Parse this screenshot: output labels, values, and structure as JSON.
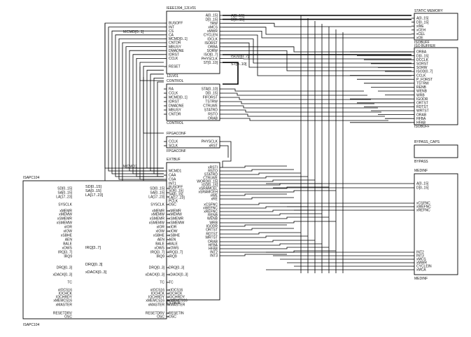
{
  "blocks": [
    {
      "id": "ieee1394",
      "top_label": "IEEE1394_12LV01",
      "bottom_label": "12LV01",
      "left_pins": [
        "BUSOFF",
        "INT",
        "CS",
        "CA",
        "MCMD[0..1]",
        "CNTDR",
        "MBUSY",
        "DMADNE",
        "IDRST",
        "CCLK"
      ],
      "left_pins2": [
        "RESET"
      ],
      "right_pins": [
        "A[0..15]",
        "D[0..15]",
        "TRW",
        "xMCS",
        "xMWR",
        "CYCLEN",
        "IDCLK",
        "ISORST",
        "ORBA",
        "SORW",
        "ISO[0..7]",
        "PHYSCLK",
        "ST[0..10]"
      ]
    },
    {
      "id": "control",
      "top_label": "CONTROL",
      "bottom_label": "CONTROL",
      "left_pins": [
        "RA",
        "CCLK",
        "MCMD[0..1]",
        "IDRST",
        "DMADNE",
        "MBUSY",
        "CNTDR"
      ],
      "right_pins": [
        "STA[0..10]",
        "D[0..15]",
        "FIFORST",
        "TSTRW",
        "CTRLWE",
        "STATRD",
        "RSTO",
        "ORAB"
      ]
    },
    {
      "id": "fpgaconf",
      "top_label": "FPGACONF",
      "bottom_label": "FPGACONF",
      "left_pins": [
        "CCLK",
        "SCLK"
      ],
      "right_pins": [
        "PHYSCLK",
        "xRST"
      ]
    },
    {
      "id": "extbuf",
      "top_label": "EXTBUF",
      "bottom_label": "EXTBUF",
      "left_pins": [
        "MCMD1",
        "CAA",
        "CSA",
        "INT1",
        "BUSOFF",
        "SD[0..15]",
        "SA[0..15]",
        "LA[17..23]",
        "PCLK",
        "OSC",
        "xMEMR",
        "xMEMW",
        "xSMEMR",
        "xSMEMW",
        "xIOR",
        "xIOW",
        "xSBHE",
        "AEN",
        "BALE",
        "xOWS",
        "IRQ[3..7]",
        "IRQ9",
        "DRQ[0..3]",
        "xDACK[0..3]",
        "TC",
        "xIOCS16",
        "IOCHCK",
        "IOCHRDY",
        "xMEMCS16",
        "xMASTER",
        "RESETIN",
        "OSC"
      ],
      "right_pins": [
        "xRSTI",
        "RSTO",
        "STATRD",
        "CTRLWE",
        "WORD[0..15]",
        "IOD[0..15]",
        "xSRAMCEL",
        "xSRAMCEH",
        "xWE",
        "xRE",
        "xCSFNC",
        "xWEFNC",
        "xREFNC",
        "RENB",
        "WENB",
        "WRB",
        "IGODR",
        "ORTST",
        "RDTST",
        "WRTST",
        "ORAB",
        "HFBA",
        "HFAB",
        "INT2",
        "INT3"
      ]
    },
    {
      "id": "isapc104",
      "top_label": "ISAPC104",
      "bottom_label": "ISAPC104",
      "left_pins": [],
      "right_pins": [
        "SD[0..15]",
        "SA[0..15]",
        "LA[17..23]",
        "SYSCLK",
        "xMEMR",
        "xMEMW",
        "xSMEMR",
        "xSMEMW",
        "xIOR",
        "xIOW",
        "xSBHE",
        "AEN",
        "BALE",
        "xOWS",
        "IRQ[3..7]",
        "IRQ9",
        "DRQ[0..3]",
        "xDACK[0..3]",
        "TC",
        "xIOCS16",
        "IOCHCK",
        "IOCHRDY",
        "xMEMCS16",
        "xMASTER",
        "RESETDRV",
        "OSC"
      ]
    },
    {
      "id": "staticmem",
      "top_label": "STATIC MEMORY",
      "bottom_label": "",
      "left_pins": [
        "A[0..15]",
        "D[0..15]",
        "xWE",
        "xCEH",
        "xCEL",
        "xOE"
      ],
      "right_pins": []
    },
    {
      "id": "isobuff",
      "top_label": "ISOBUFF",
      "bottom_label": "ISOBUFF",
      "top_label2": "ISO BUFFER",
      "left_pins": [
        "ORBA",
        "D[0..15]",
        "DCCLK",
        "SORST",
        "SORW",
        "ISOD[0..7]",
        "CCLK",
        "P_FORST",
        "TSTRW",
        "RENB",
        "WENB",
        "WRB",
        "IGODR",
        "ORTST",
        "RDTST",
        "WRTST",
        "ORAB",
        "HFBA",
        "HFAB"
      ],
      "right_pins": []
    },
    {
      "id": "bypass",
      "top_label": "BYPASS_CAPS",
      "bottom_label": "BYPASS",
      "left_pins": [],
      "right_pins": []
    },
    {
      "id": "medinf",
      "top_label": "MEDINF",
      "bottom_label": "MEDINF",
      "left_pins": [
        "A[0..15]",
        "D[0..15]",
        "xCSFNC",
        "xWEFNC",
        "xREFNC",
        "INT2",
        "INT3",
        "xMCS",
        "xMWR",
        "CYCLEIN",
        "xMCA"
      ],
      "right_pins": []
    }
  ],
  "net_labels": [
    "A[0..15]",
    "D[0..15]",
    "MCMD[0..1]",
    "ISOD[0..7]",
    "ST[0..10]",
    "MCMD1",
    "SD[0..15]",
    "SA[0..15]",
    "LA[17..23]",
    "IRQ[3..7]",
    "DRQ[0..3]",
    "xDACK[0..3]"
  ]
}
